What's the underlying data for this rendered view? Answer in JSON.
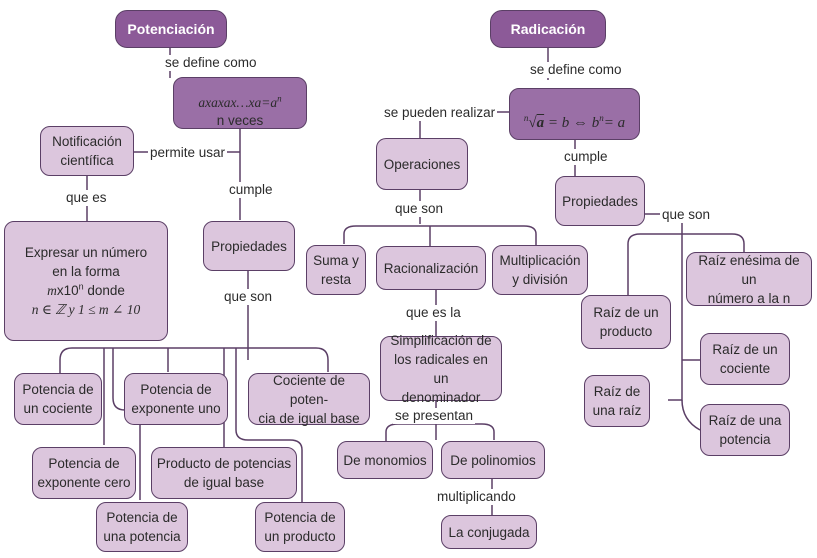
{
  "potenciacion": {
    "title": "Potenciación",
    "label_define": "se define como",
    "definition_formula": "axaxax…xa=a",
    "definition_exp": "n",
    "definition_brace": "n veces",
    "label_permite": "permite usar",
    "notacion": "Notificación\ncientífica",
    "label_que_es": "que es",
    "expresar": {
      "line1": "Expresar un número",
      "line2": "en la forma",
      "line3a": "m",
      "line3b": "x10",
      "line3sup": "n",
      "line3c": " donde",
      "line4": "n ∈ ℤ  y  1 ≤ m ∠ 10"
    },
    "label_cumple": "cumple",
    "propiedades": "Propiedades",
    "label_que_son": "que son",
    "items": [
      "Potencia de\nun cociente",
      "Potencia de\nexponente uno",
      "Cociente de poten-\ncia de igual base",
      "Potencia de\nexponente cero",
      "Producto de potencias\nde igual base",
      "Potencia de\nuna potencia",
      "Potencia de\nun producto"
    ]
  },
  "radicacion": {
    "title": "Radicación",
    "label_define": "se define como",
    "formula_index": "n",
    "formula_radicand": "a",
    "formula_rest": " = b ⇔ b",
    "formula_exp": "n",
    "formula_end": "= a",
    "label_pueden": "se pueden realizar",
    "operaciones": "Operaciones",
    "label_que_son_ops": "que son",
    "ops": [
      "Suma y\nresta",
      "Racionalización",
      "Multiplicación\ny división"
    ],
    "label_que_es_la": "que es la",
    "simplificacion": "Simplificación de\nlos radicales en un\ndenominador",
    "label_se_presentan": "se presentan",
    "monomios": "De monomios",
    "polinomios": "De polinomios",
    "label_multiplicando": "multiplicando",
    "conjugada": "La conjugada",
    "label_cumple": "cumple",
    "propiedades": "Propiedades",
    "label_que_son": "que son",
    "props": [
      "Raíz enésima de un\nnúmero a la n",
      "Raíz de un\nproducto",
      "Raíz de un\ncociente",
      "Raíz de\nuna raíz",
      "Raíz de una\npotencia"
    ]
  },
  "colors": {
    "box": "#dcc6dd",
    "dark": "#9a6fa6",
    "title": "#8c5a98",
    "line": "#5b3f66"
  }
}
